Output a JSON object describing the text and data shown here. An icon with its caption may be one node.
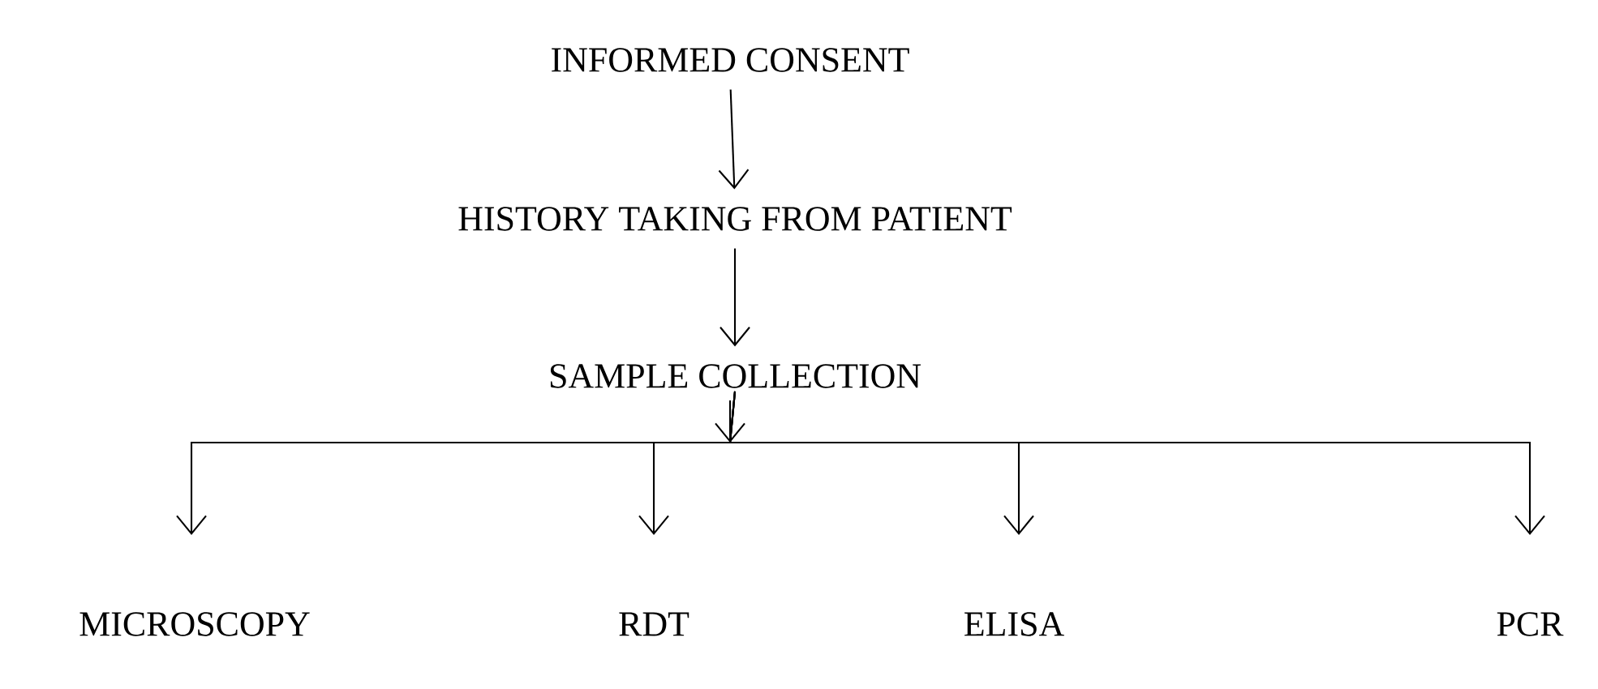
{
  "diagram": {
    "nodes": [
      {
        "text": [
          "INFORMED CONSENT"
        ]
      },
      {
        "text": [
          "HISTORY TAKING FROM PATIENT"
        ]
      },
      {
        "text": [
          "SAMPLE COLLECTION"
        ]
      },
      {
        "text": [
          "MICROSCOPY"
        ]
      },
      {
        "text": [
          "RDT"
        ]
      },
      {
        "text": [
          "ELISA"
        ]
      },
      {
        "text": [
          "PCR"
        ]
      }
    ],
    "edges": [
      {
        "from": 0,
        "to": 1,
        "arrow": "to"
      },
      {
        "from": 1,
        "to": 2,
        "arrow": "to"
      },
      {
        "from": 2,
        "to": 3,
        "arrow": "to"
      },
      {
        "from": 2,
        "to": 4,
        "arrow": "to"
      },
      {
        "from": 2,
        "to": 5,
        "arrow": "to"
      },
      {
        "from": 2,
        "to": 6,
        "arrow": "to"
      }
    ]
  }
}
